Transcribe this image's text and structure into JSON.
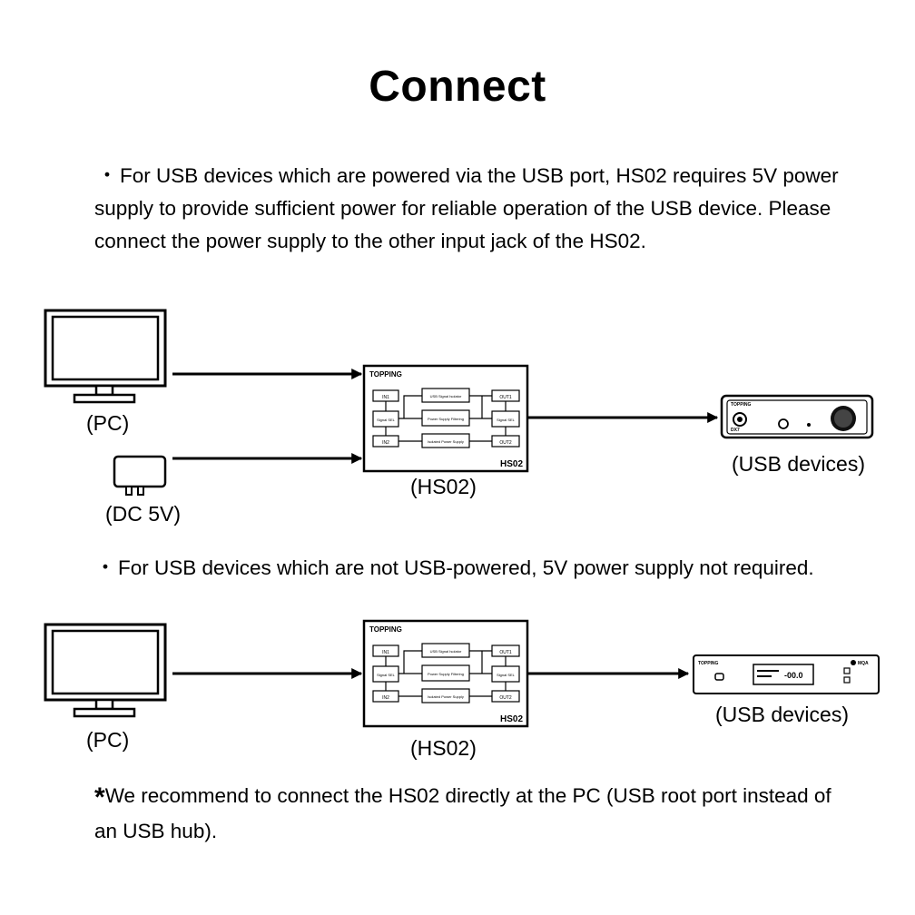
{
  "title": "Connect",
  "section1": {
    "bullet": "・",
    "text": "For USB devices which are powered via the USB port, HS02 requires 5V power supply to provide sufficient power for reliable operation of the USB device. Please connect the power supply to the other input jack of the HS02.",
    "labels": {
      "pc": "(PC)",
      "dc": "(DC 5V)",
      "hs02": "(HS02)",
      "usb": "(USB devices)"
    }
  },
  "section2": {
    "bullet": "・",
    "text": "For USB devices which are not USB-powered, 5V power supply not required.",
    "labels": {
      "pc": "(PC)",
      "hs02": "(HS02)",
      "usb": "(USB devices)"
    }
  },
  "note": {
    "star": "*",
    "text": "We recommend to connect the HS02 directly at the PC (USB root port instead of an USB hub)."
  },
  "hs02_panel": {
    "brand": "TOPPING",
    "model": "HS02",
    "blocks": {
      "in1": "IN1",
      "in2": "IN2",
      "sel_in": "Signal SEL",
      "isolator": "USB Signal Isolator",
      "filter": "Power Supply Filtering",
      "iso_power": "Isolated Power Supply",
      "out1": "OUT1",
      "out2": "OUT2",
      "sel_out": "Signal SEL"
    }
  },
  "device1": {
    "brand": "TOPPING",
    "model": "DX7"
  },
  "device2": {
    "brand": "TOPPING",
    "display": "-00.0",
    "badge": "MQA"
  },
  "icons": [
    "monitor-icon",
    "power-adapter-icon",
    "arrow-icon",
    "dac-device-icon"
  ]
}
